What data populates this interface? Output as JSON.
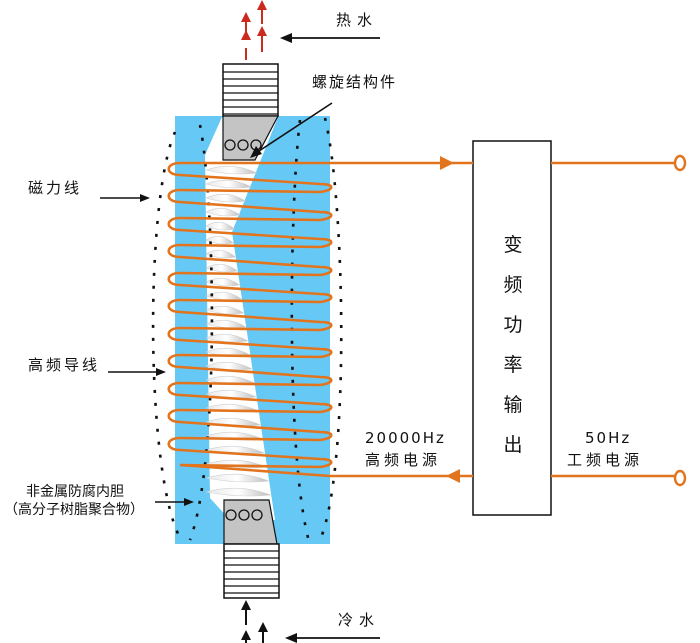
{
  "labels": {
    "hot_water": "热水",
    "cold_water": "冷水",
    "spiral_structure": "螺旋结构件",
    "magnetic_lines": "磁力线",
    "hf_wire": "高频导线",
    "liner_line1": "非金属防腐内胆",
    "liner_line2": "（高分子树脂聚合物）",
    "hf_freq": "20000Hz",
    "hf_source": "高频电源",
    "lf_freq": "50Hz",
    "lf_source": "工频电源"
  },
  "converter": {
    "chars": [
      "变",
      "频",
      "功",
      "率",
      "输",
      "出"
    ]
  },
  "colors": {
    "water_blue": "#66c8f5",
    "coil_orange": "#e2741e",
    "hot_arrow": "#cc2a1f",
    "fitting_gray": "#c4c4c4",
    "outline": "#111111"
  }
}
